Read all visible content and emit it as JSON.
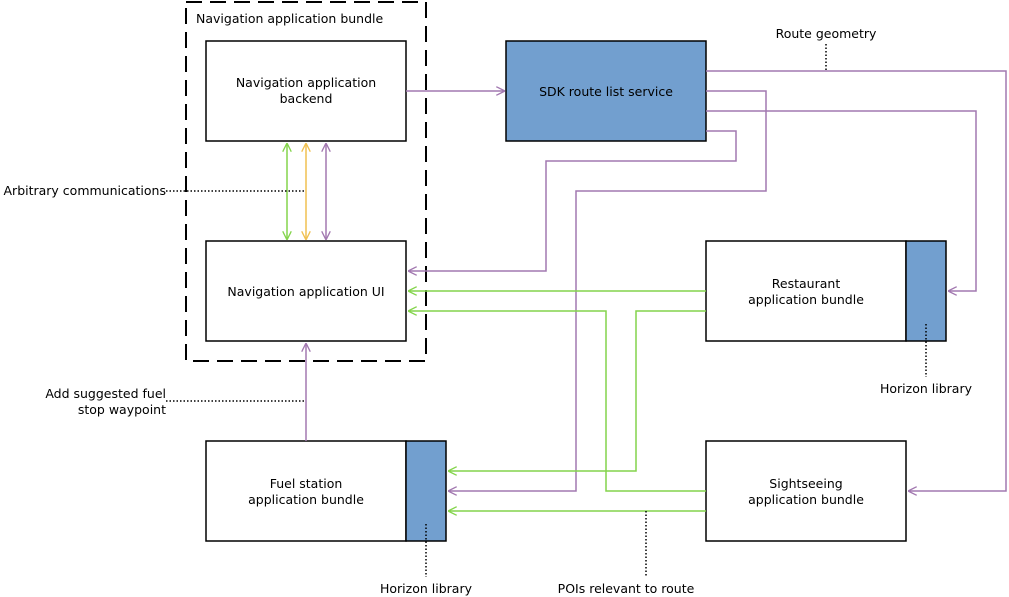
{
  "colors": {
    "purple": "#a278b0",
    "green": "#84d44c",
    "orange": "#f0c050",
    "blue_fill": "#729fcf",
    "box_stroke": "#000000"
  },
  "labels": {
    "bundle_group": "Navigation application bundle",
    "backend_line1": "Navigation application",
    "backend_line2": "backend",
    "ui": "Navigation application UI",
    "sdk": "SDK route list service",
    "restaurant_line1": "Restaurant",
    "restaurant_line2": "application bundle",
    "fuel_line1": "Fuel station",
    "fuel_line2": "application bundle",
    "sight_line1": "Sightseeing",
    "sight_line2": "application bundle"
  },
  "annotations": {
    "route_geometry": "Route geometry",
    "arbitrary_comms": "Arbitrary communications",
    "add_fuel_line1": "Add suggested fuel",
    "add_fuel_line2": "stop waypoint",
    "horizon_restaurant": "Horizon library",
    "horizon_fuel": "Horizon library",
    "pois": "POIs relevant to route"
  }
}
